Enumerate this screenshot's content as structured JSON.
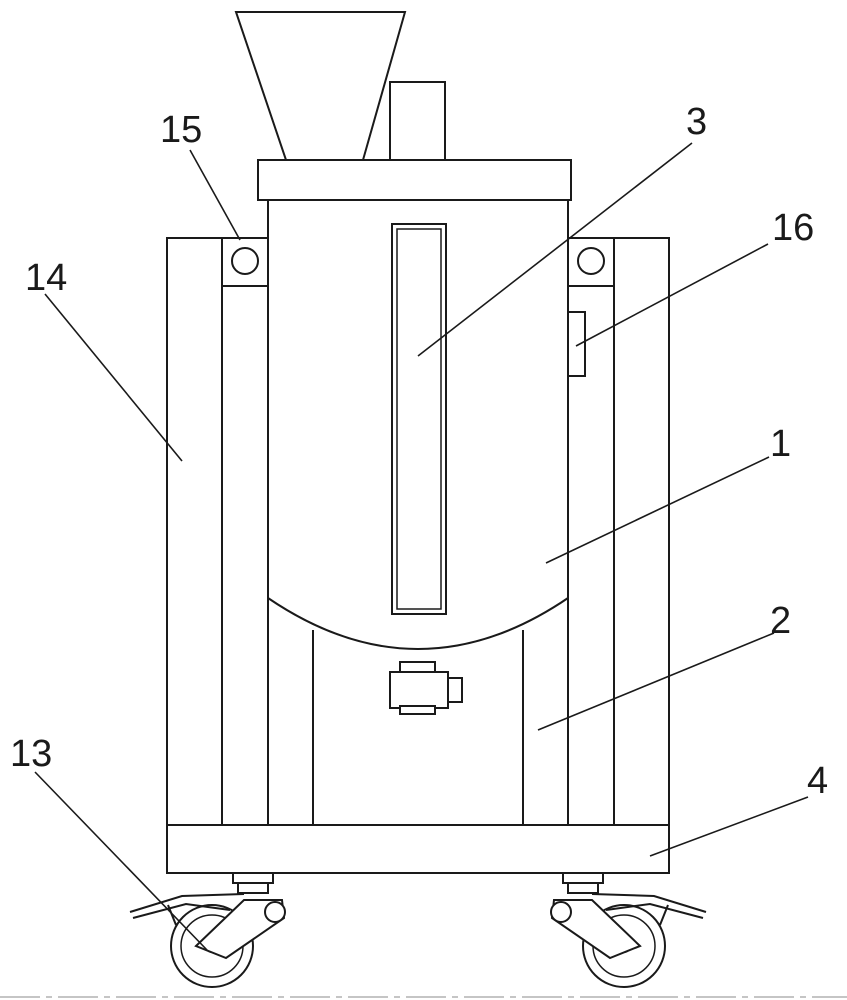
{
  "labels": {
    "l1": "1",
    "l2": "2",
    "l3": "3",
    "l4": "4",
    "l13": "13",
    "l14": "14",
    "l15": "15",
    "l16": "16"
  },
  "colors": {
    "line": "#1a1a1a",
    "background": "#ffffff"
  }
}
